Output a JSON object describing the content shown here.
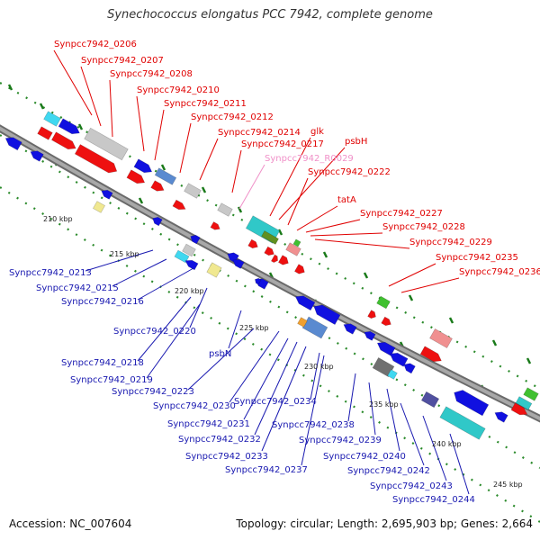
{
  "title": "Synechococcus elongatus PCC 7942, complete genome",
  "accession": "Accession: NC_007604",
  "summary": "Topology: circular; Length: 2,695,903 bp; Genes: 2,664",
  "colors": {
    "backbone": "#8c8c8c",
    "forward_label": "#e00000",
    "reverse_label": "#1818b0",
    "rna_label": "#f090c8",
    "tick": "#1a7a1a"
  },
  "kbp_ticks": [
    "210 kbp",
    "215 kbp",
    "220 kbp",
    "225 kbp",
    "230 kbp",
    "235 kbp",
    "240 kbp",
    "245 kbp"
  ],
  "forward_labels": [
    "Synpcc7942_0206",
    "Synpcc7942_0207",
    "Synpcc7942_0208",
    "Synpcc7942_0210",
    "Synpcc7942_0211",
    "Synpcc7942_0212",
    "Synpcc7942_0214",
    "Synpcc7942_0217",
    "Synpcc7942_R0029",
    "glk",
    "psbH",
    "Synpcc7942_0222",
    "tatA",
    "Synpcc7942_0227",
    "Synpcc7942_0228",
    "Synpcc7942_0229",
    "Synpcc7942_0235",
    "Synpcc7942_0236"
  ],
  "reverse_labels": [
    "Synpcc7942_0213",
    "Synpcc7942_0215",
    "Synpcc7942_0216",
    "Synpcc7942_0220",
    "Synpcc7942_0218",
    "Synpcc7942_0219",
    "psbN",
    "Synpcc7942_0223",
    "Synpcc7942_0230",
    "Synpcc7942_0234",
    "Synpcc7942_0231",
    "Synpcc7942_0232",
    "Synpcc7942_0238",
    "Synpcc7942_0233",
    "Synpcc7942_0239",
    "Synpcc7942_0240",
    "Synpcc7942_0237",
    "Synpcc7942_0242",
    "Synpcc7942_0243",
    "Synpcc7942_0244"
  ]
}
